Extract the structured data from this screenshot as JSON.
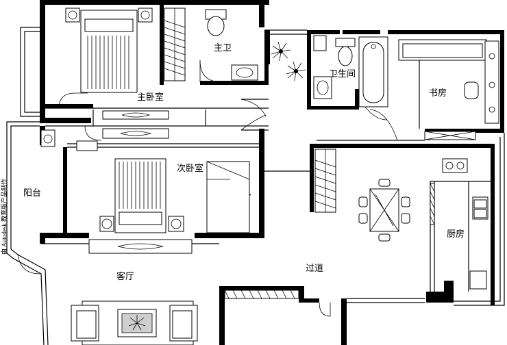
{
  "rooms": {
    "master_bedroom": "主卧室",
    "master_bath": "主卫",
    "second_bedroom": "次卧室",
    "bathroom": "卫生间",
    "study": "书房",
    "balcony": "阳台",
    "kitchen": "厨房",
    "living_room": "客厅",
    "corridor": "过道"
  },
  "watermark": "由 Autodesk 教育版产品制作"
}
